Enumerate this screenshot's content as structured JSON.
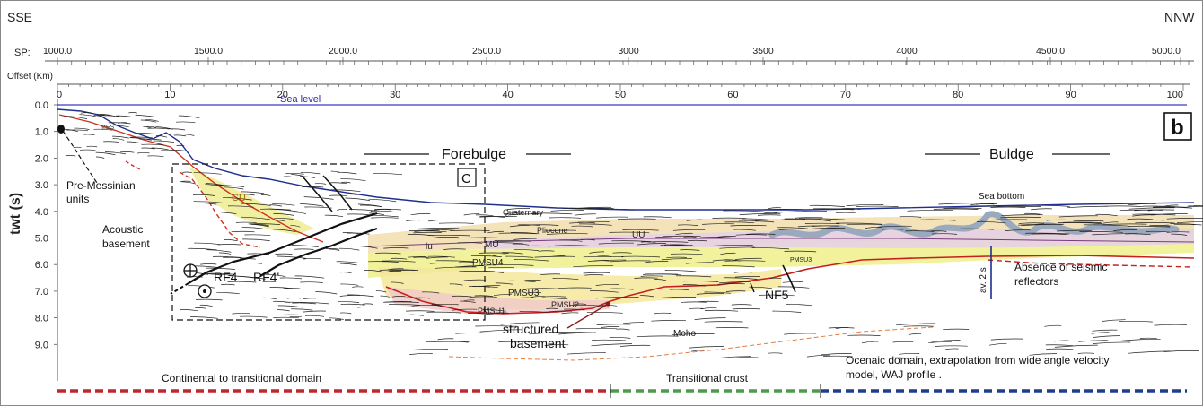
{
  "header": {
    "left_direction": "SSE",
    "right_direction": "NNW",
    "sp_label": "SP:",
    "sp_ticks": [
      "1000.0",
      "1500.0",
      "2000.0",
      "2500.0",
      "3000",
      "3500",
      "4000",
      "4500.0",
      "5000.0"
    ],
    "offset_label": "Offset (Km)",
    "offset_ticks": [
      "0",
      "10",
      "20",
      "30",
      "40",
      "50",
      "60",
      "70",
      "80",
      "90",
      "100"
    ]
  },
  "axis": {
    "ylabel": "twt (s)",
    "y_ticks": [
      "0.0",
      "1.0",
      "2.0",
      "3.0",
      "4.0",
      "5.0",
      "6.0",
      "7.0",
      "8.0",
      "9.0"
    ]
  },
  "panel_label": "b",
  "box_label": "C",
  "labels": {
    "sea_level": "Sea level",
    "mes": "MES",
    "pre_messinian": "Pre-Messinian units",
    "pre_messinian_line1": "Pre-Messinian",
    "pre_messinian_line2": "units",
    "acoustic_basement_line1": "Acoustic",
    "acoustic_basement_line2": "basement",
    "cu": "CU",
    "rf4": "RF4",
    "rf4_prime": "RF4'",
    "forebulge": "Forebulge",
    "buldge": "Buldge",
    "sea_bottom": "Sea bottom",
    "quaternary": "Quaternary",
    "pliocene": "Pliocene",
    "uu": "UU",
    "lu": "lu",
    "mu": "MU",
    "pmsu4": "PMSU4",
    "pmsu3_a": "PMSU3",
    "pmsu3_b": "PMSU3",
    "pmsu2": "PMSU2",
    "pmsu1": "PMSU1",
    "nf5": "NF5",
    "av_2s": "av. 2 s",
    "absence_line1": "Absence of seismic",
    "absence_line2": "reflectors",
    "structured_line1": "structured",
    "structured_line2": "basement",
    "moho": "Moho"
  },
  "domains": {
    "continental": "Continental to transitional domain",
    "transitional": "Transitional crust",
    "oceanic_line1": "Ocenaic domain, extrapolation from wide angle velocity",
    "oceanic_line2": "model, WAJ profile ."
  },
  "colors": {
    "continental": "#c0262d",
    "transitional": "#4e9a4e",
    "oceanic": "#1f3d8c",
    "sea_level": "#3a3ac8",
    "basement_red": "#d1311f",
    "pliocene_fill": "#f3dfb0",
    "messinian_fill": "#eef08a",
    "uu_fill": "#e6d2e6",
    "gray_band": "#9aa9bd"
  }
}
